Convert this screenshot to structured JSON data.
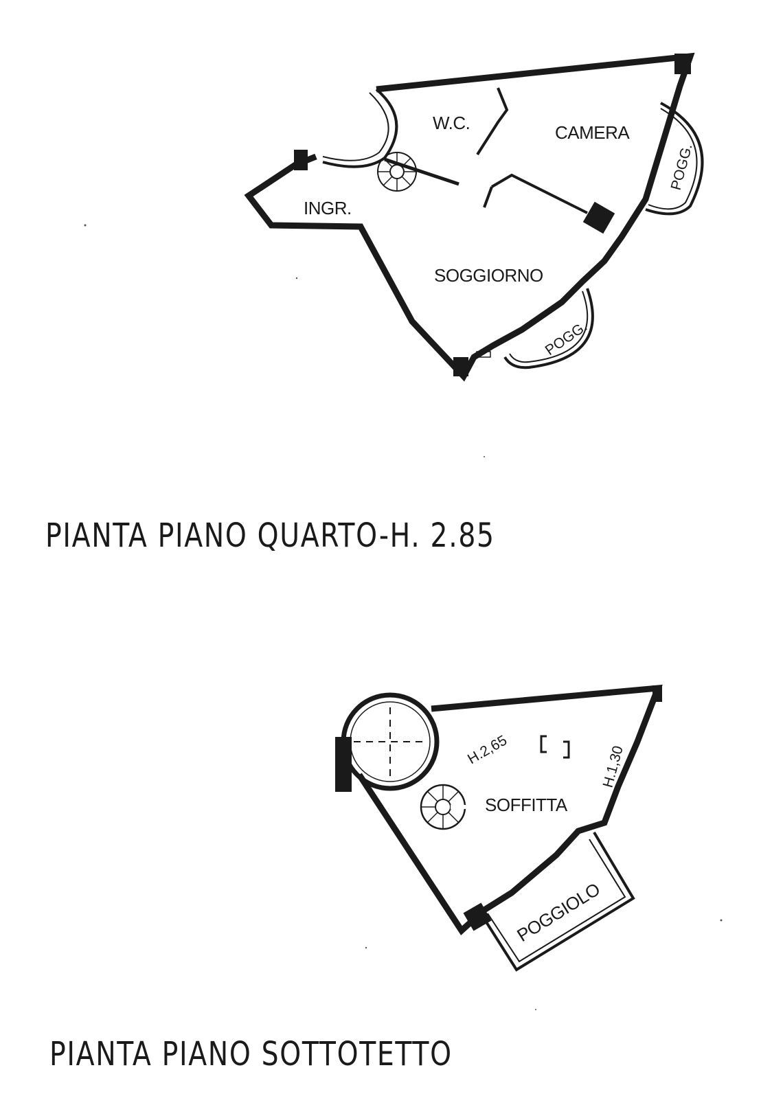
{
  "fourth_floor": {
    "title": "PIANTA PIANO QUARTO-H. 2.85",
    "rooms": {
      "wc": "W.C.",
      "camera": "CAMERA",
      "ingresso": "INGR.",
      "soggiorno": "SOGGIORNO",
      "poggiolo_right": "POGG.",
      "poggiolo_bottom": "POGG."
    }
  },
  "attic_floor": {
    "title": "PIANTA PIANO SOTTOTETTO",
    "rooms": {
      "soffitta": "SOFFITTA",
      "poggiolo": "POGGIOLO"
    },
    "heights": {
      "high": "H.2,65",
      "low": "H.1,30"
    }
  }
}
